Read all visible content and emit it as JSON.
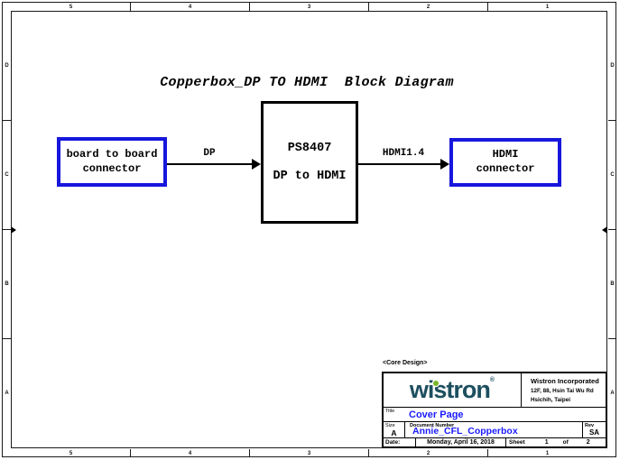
{
  "colors": {
    "accent_blue": "#1717dd",
    "text_blue": "#1a1aff",
    "logo_teal": "#1d4f5f",
    "logo_green": "#79b928"
  },
  "frame": {
    "cols": [
      "5",
      "4",
      "3",
      "2",
      "1"
    ],
    "rows": [
      "D",
      "C",
      "B",
      "A"
    ]
  },
  "diagram": {
    "title": "Copperbox_DP TO HDMI  Block Diagram",
    "left_block": {
      "line1": "board to board",
      "line2": "connector"
    },
    "center_block": {
      "line1": "PS8407",
      "line2": "DP to HDMI"
    },
    "right_block": {
      "line1": "HDMI",
      "line2": "connector"
    },
    "wire1_label": "DP",
    "wire2_label": "HDMI1.4"
  },
  "title_block": {
    "core_design": "<Core Design>",
    "logo_text": "wistron",
    "logo_reg": "®",
    "company_name": "Wistron Incorporated",
    "company_addr1": "12F, 88, Hsin Tai Wu Rd",
    "company_addr2": "Hsichih, Taipei",
    "title_label": "Title",
    "title_value": "Cover Page",
    "size_label": "Size",
    "size_value": "A",
    "doc_label": "Document Number",
    "doc_value": "Annie_CFL_Copperbox",
    "rev_label": "Rev",
    "rev_value": "SA",
    "date_label": "Date:",
    "date_value": "Monday, April 16, 2018",
    "sheet_label": "Sheet",
    "sheet_value": "1",
    "of_label": "of",
    "sheet_total": "2"
  }
}
